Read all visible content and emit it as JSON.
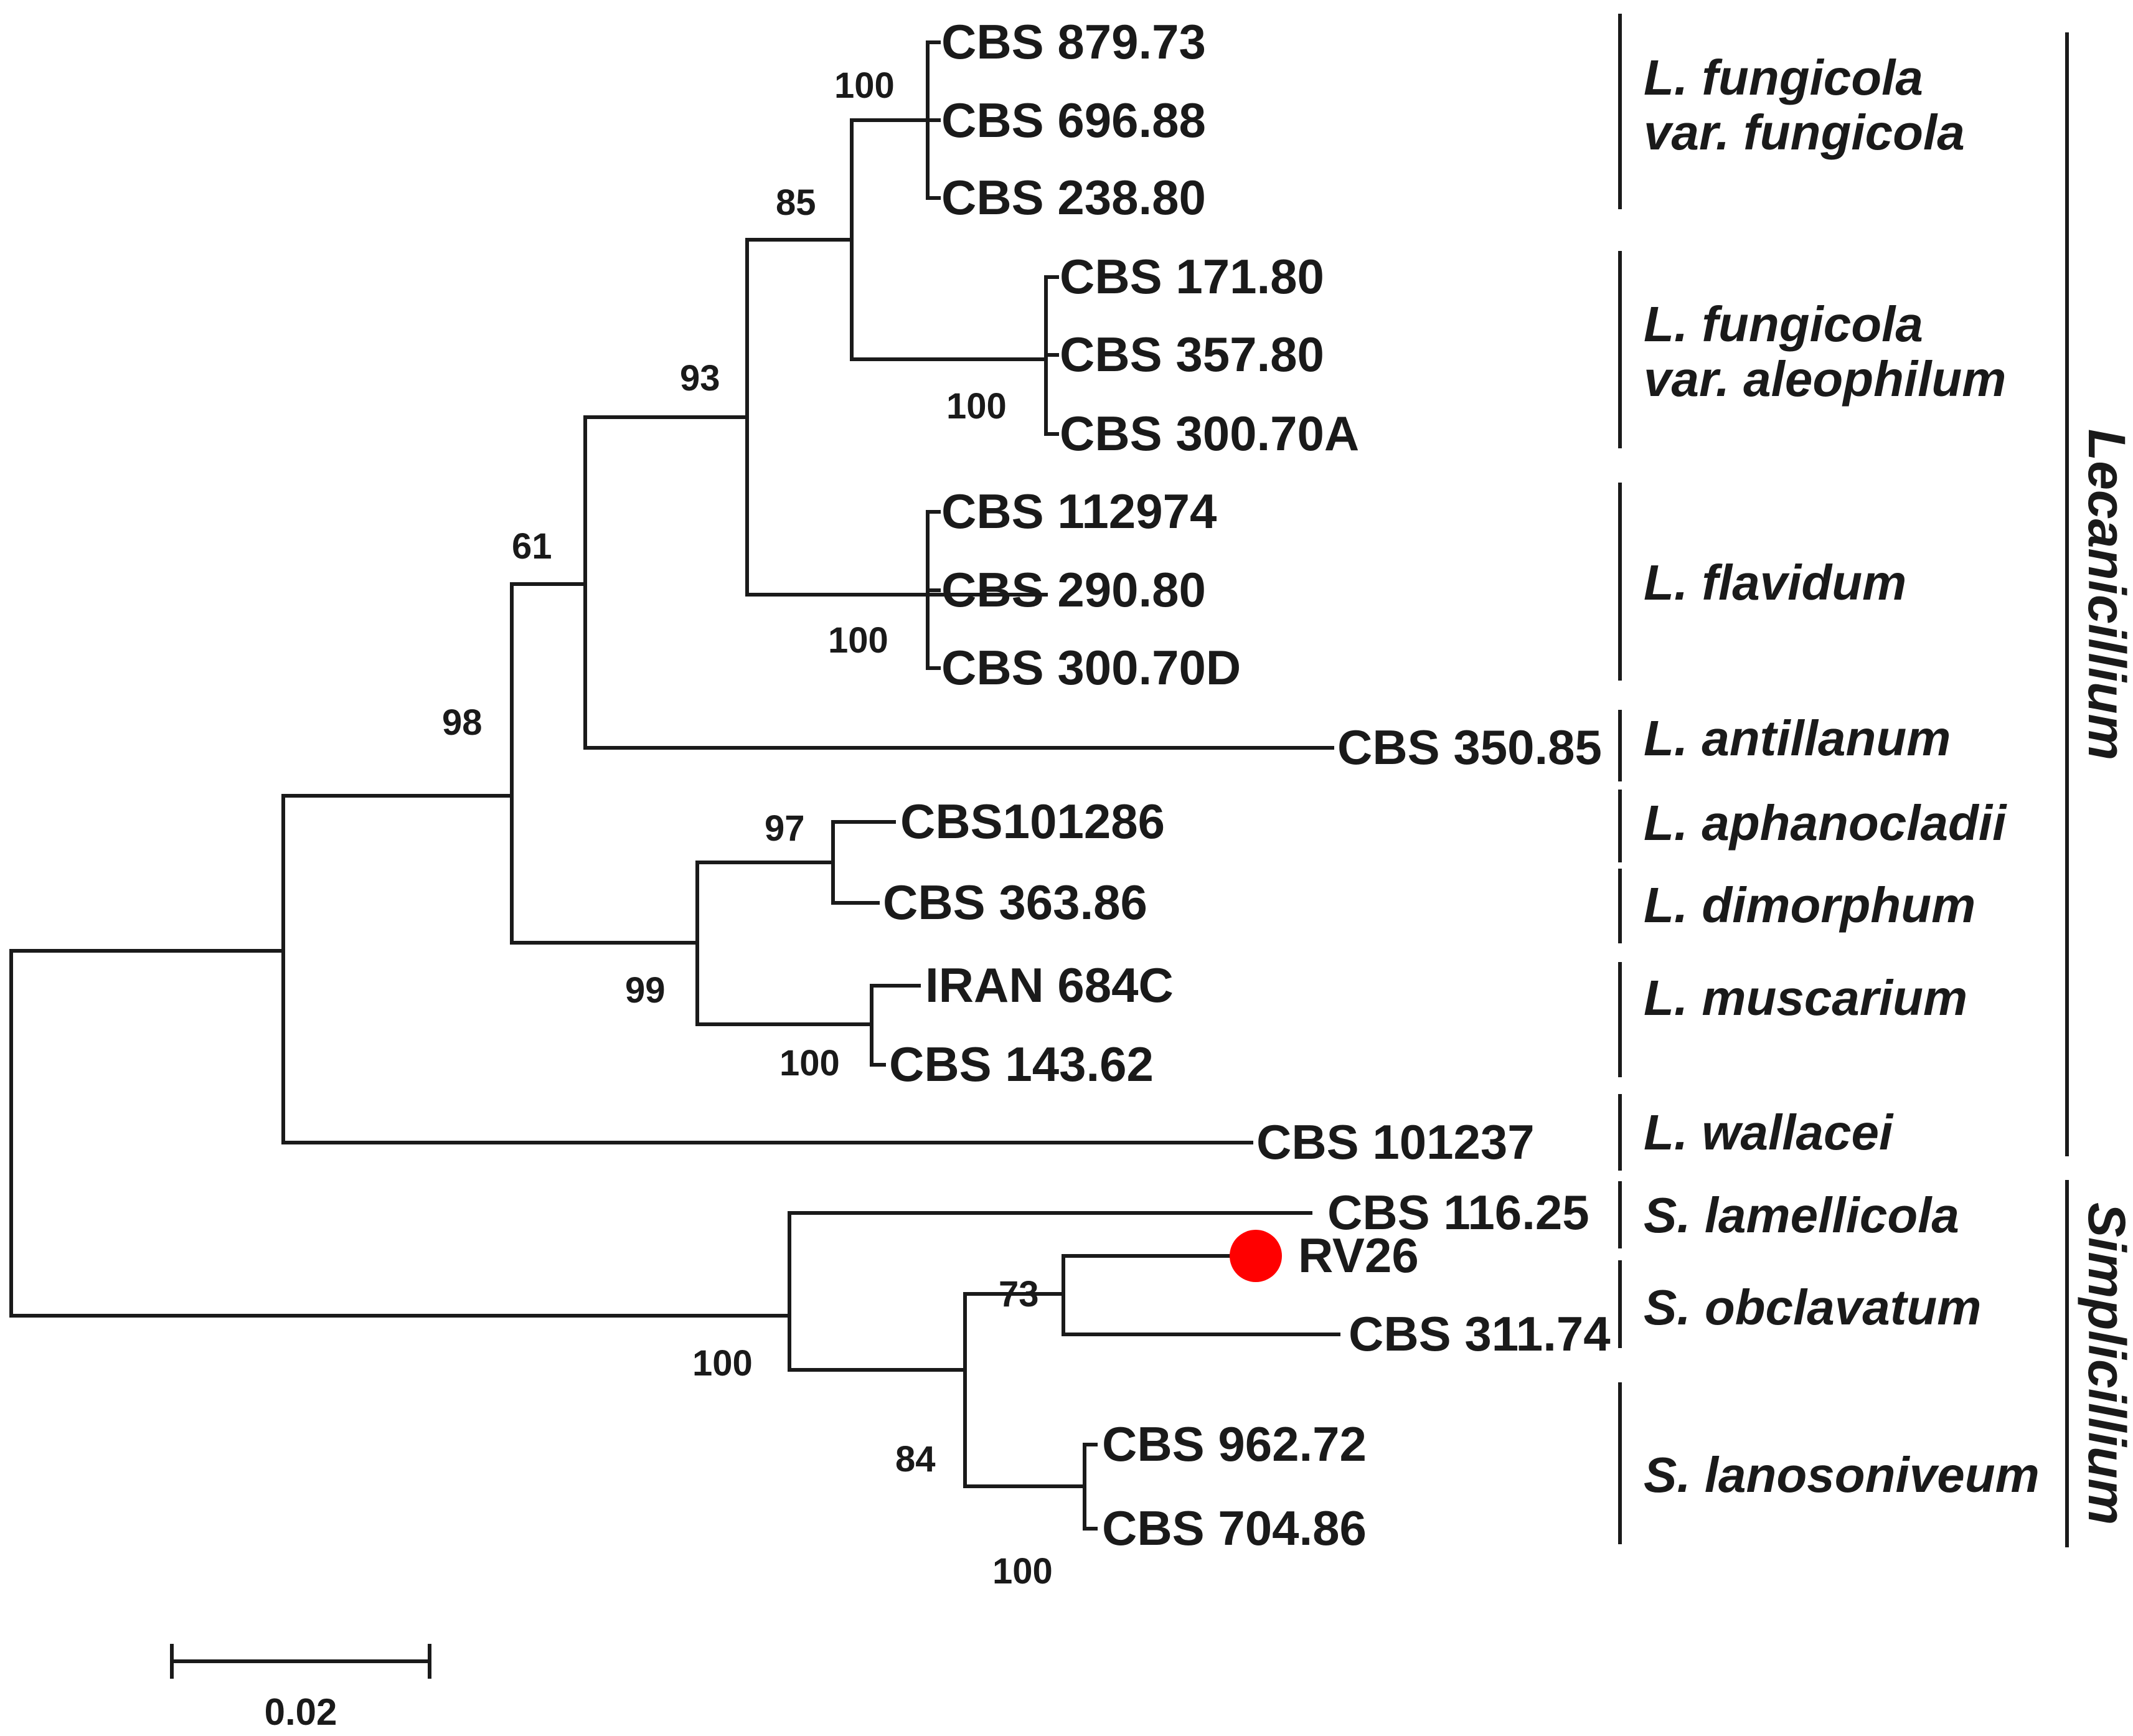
{
  "tree": {
    "leaves": [
      "CBS 879.73",
      "CBS 696.88",
      "CBS 238.80",
      "CBS 171.80",
      "CBS 357.80",
      "CBS 300.70A",
      "CBS 112974",
      "CBS 290.80",
      "CBS 300.70D",
      "CBS 350.85",
      "CBS101286",
      "CBS 363.86",
      "IRAN 684C",
      "CBS 143.62",
      "CBS 101237",
      "CBS 116.25",
      "RV26",
      "CBS 311.74",
      "CBS 962.72",
      "CBS 704.86"
    ],
    "highlighted_leaf": "RV26",
    "highlight_color": "#ff0000",
    "support_values": [
      "100",
      "85",
      "100",
      "93",
      "100",
      "61",
      "98",
      "97",
      "100",
      "99",
      "73",
      "84",
      "100",
      "100"
    ],
    "species_clades": [
      {
        "lines": [
          "L. fungicola",
          "var. fungicola"
        ]
      },
      {
        "lines": [
          "L. fungicola",
          "var. aleophilum"
        ]
      },
      {
        "lines": [
          "L. flavidum"
        ]
      },
      {
        "lines": [
          "L. antillanum"
        ]
      },
      {
        "lines": [
          "L. aphanocladii"
        ]
      },
      {
        "lines": [
          "L. dimorphum"
        ]
      },
      {
        "lines": [
          "L. muscarium"
        ]
      },
      {
        "lines": [
          "L. wallacei"
        ]
      },
      {
        "lines": [
          "S. lamellicola"
        ]
      },
      {
        "lines": [
          "S. obclavatum"
        ]
      },
      {
        "lines": [
          "S. lanosoniveum"
        ]
      }
    ],
    "genus_clades": [
      "Lecanicillium",
      "Simplicillium"
    ],
    "scale_bar_label": "0.02"
  }
}
